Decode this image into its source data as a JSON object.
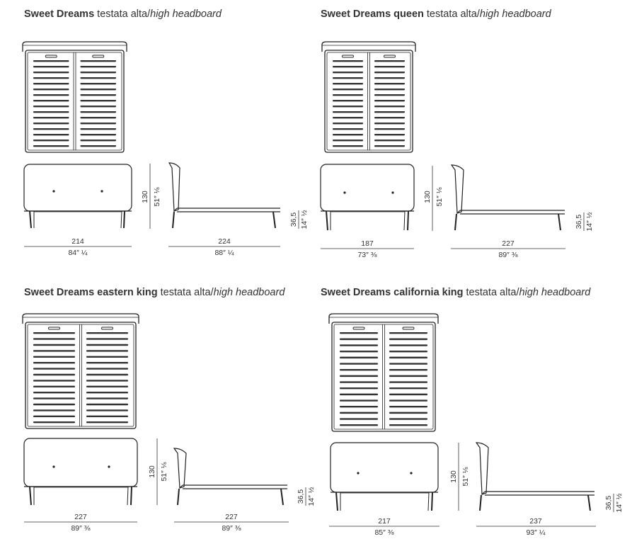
{
  "variants": [
    {
      "name": "Sweet Dreams",
      "label_it": "testata alta",
      "separator": "/",
      "label_en": "high headboard",
      "dims": {
        "front_width_cm": "214",
        "front_width_in": "84″ ¼",
        "height_cm": "130",
        "height_in": "51″ ⅛",
        "side_length_cm": "224",
        "side_length_in": "88″ ¼",
        "frame_height_cm": "36,5",
        "frame_height_in": "14″ ½"
      }
    },
    {
      "name": "Sweet Dreams queen",
      "label_it": "testata alta",
      "separator": "/",
      "label_en": "high headboard",
      "dims": {
        "front_width_cm": "187",
        "front_width_in": "73″ ⅜",
        "height_cm": "130",
        "height_in": "51″ ⅛",
        "side_length_cm": "227",
        "side_length_in": "89″ ⅜",
        "frame_height_cm": "36,5",
        "frame_height_in": "14″ ½"
      }
    },
    {
      "name": "Sweet Dreams eastern king",
      "label_it": "testata alta",
      "separator": "/",
      "label_en": "high headboard",
      "dims": {
        "front_width_cm": "227",
        "front_width_in": "89″ ⅜",
        "height_cm": "130",
        "height_in": "51″ ⅛",
        "side_length_cm": "227",
        "side_length_in": "89″ ⅜",
        "frame_height_cm": "36,5",
        "frame_height_in": "14″ ½"
      }
    },
    {
      "name": "Sweet Dreams california king",
      "label_it": "testata alta",
      "separator": "/",
      "label_en": "high headboard",
      "dims": {
        "front_width_cm": "217",
        "front_width_in": "85″ ⅜",
        "height_cm": "130",
        "height_in": "51″ ⅛",
        "side_length_cm": "237",
        "side_length_in": "93″ ¼",
        "frame_height_cm": "36,5",
        "frame_height_in": "14″ ½"
      }
    }
  ]
}
